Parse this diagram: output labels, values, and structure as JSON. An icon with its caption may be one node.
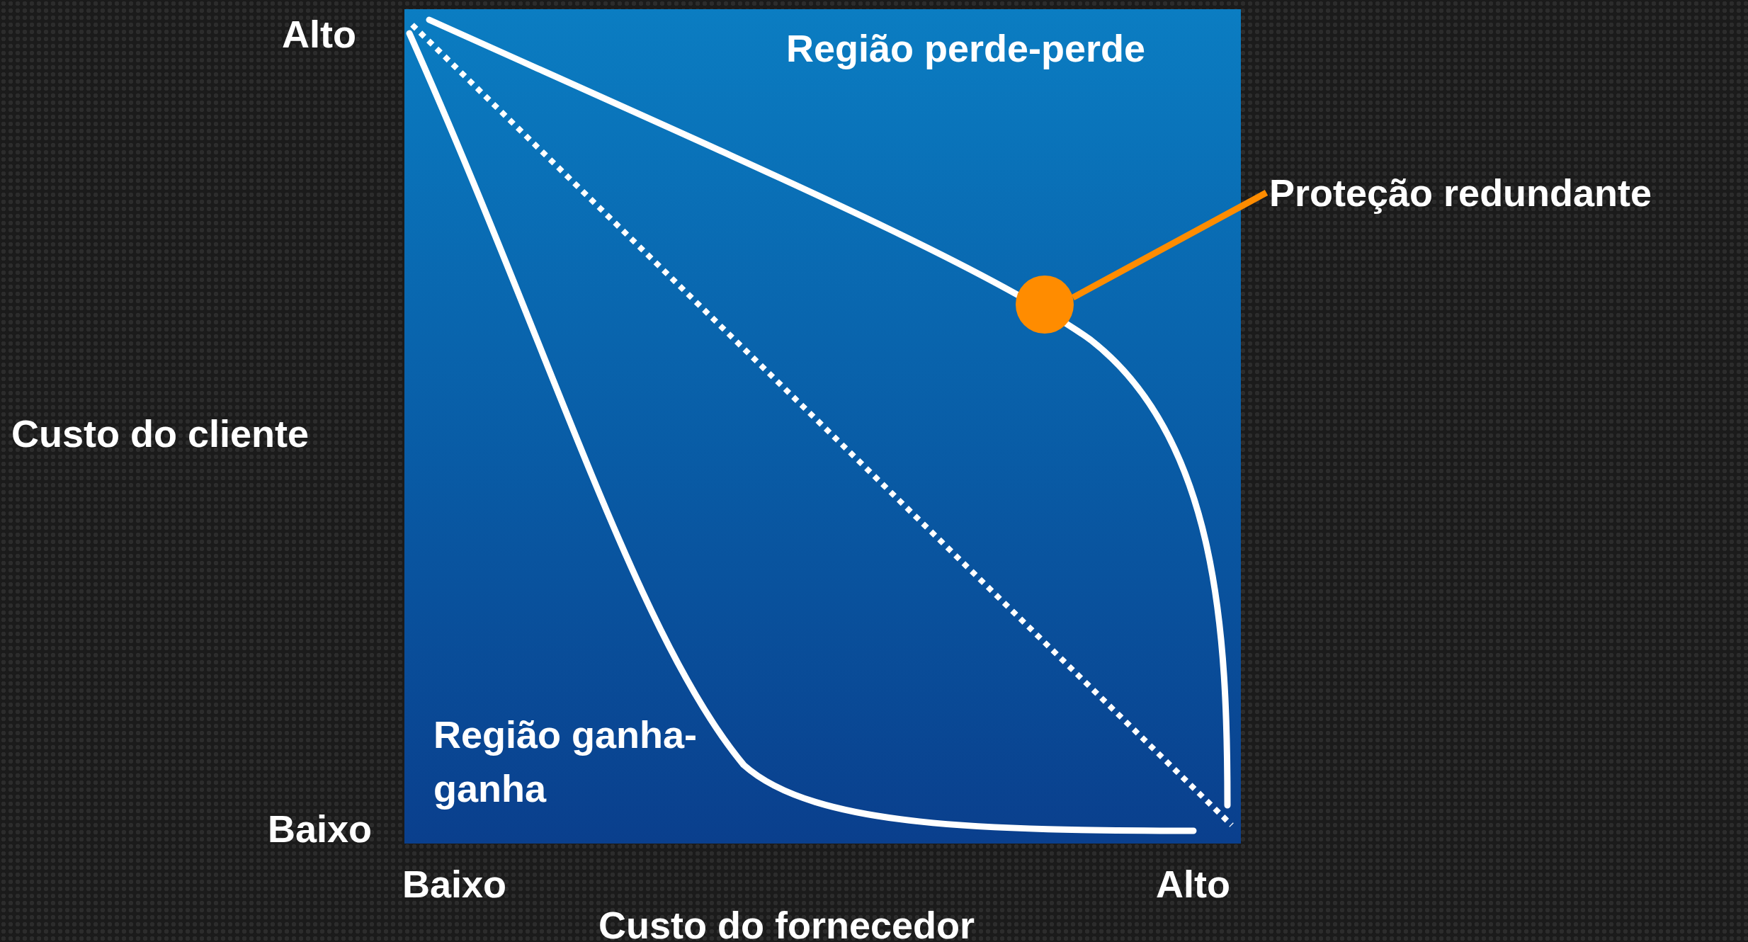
{
  "diagram": {
    "nodes": [
      {
        "text": [
          "Proteção redundante"
        ]
      },
      {
        "text": [],
        "shape": "circle"
      }
    ],
    "edges": [
      {
        "from": 0,
        "to": 1,
        "arrow": "none",
        "color": "#ff8c00"
      }
    ],
    "labels": [
      "Alto",
      "Região perde-perde",
      "Custo do cliente",
      "Região ganha-ganha",
      "Baixo",
      "Baixo",
      "Alto",
      "Custo do fornecedor"
    ]
  }
}
